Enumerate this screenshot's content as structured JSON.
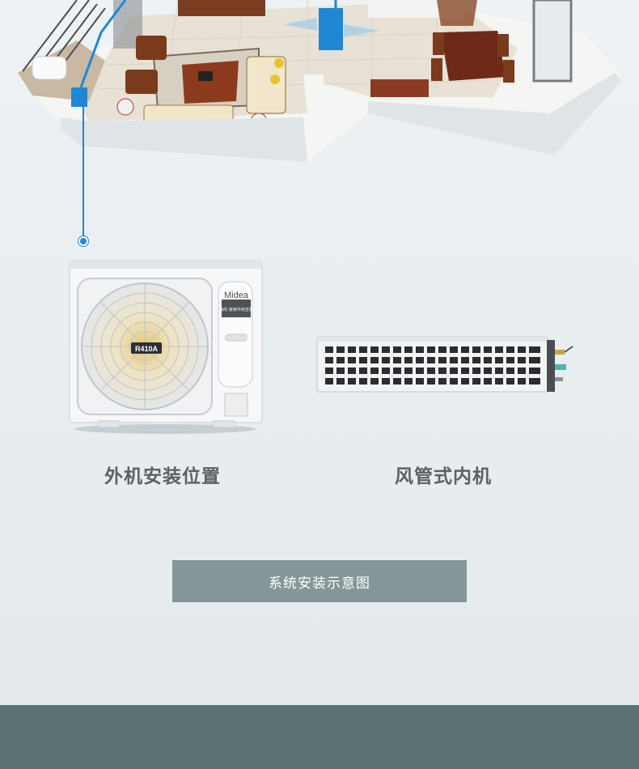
{
  "outdoor_unit": {
    "label": "外机安装位置",
    "brand": "Midea",
    "panel_text": "美的 家用中央空调",
    "refrigerant_badge": "R410A"
  },
  "indoor_unit": {
    "label": "风管式内机"
  },
  "diagram_button": {
    "label": "系统安装示意图"
  },
  "colors": {
    "pipe": "#1e88d6",
    "button": "#849698",
    "footer": "#5c7272",
    "label_text": "#5b6265"
  }
}
